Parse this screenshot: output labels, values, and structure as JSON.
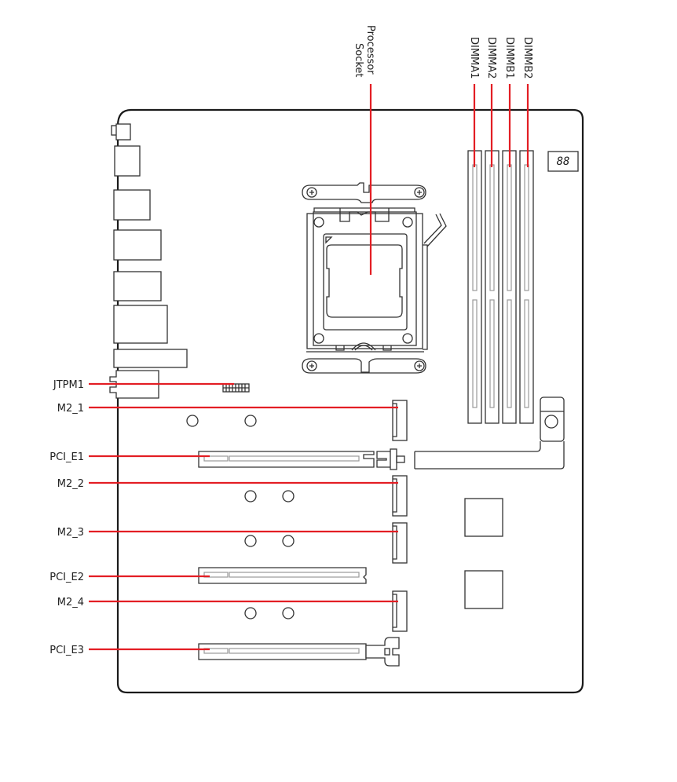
{
  "diagram": {
    "title": "Motherboard component layout",
    "leader_color": "#e31e24",
    "outline_color": "#1a1a1a",
    "top_labels": {
      "processor_socket": [
        "Processor",
        "Socket"
      ],
      "dimma1": "DIMMA1",
      "dimma2": "DIMMA2",
      "dimmb1": "DIMMB1",
      "dimmb2": "DIMMB2"
    },
    "left_labels": {
      "jtpm1": "JTPM1",
      "m2_1": "M2_1",
      "pci_e1": "PCI_E1",
      "m2_2": "M2_2",
      "m2_3": "M2_3",
      "pci_e2": "PCI_E2",
      "m2_4": "M2_4",
      "pci_e3": "PCI_E3"
    },
    "debug_display": "88"
  }
}
